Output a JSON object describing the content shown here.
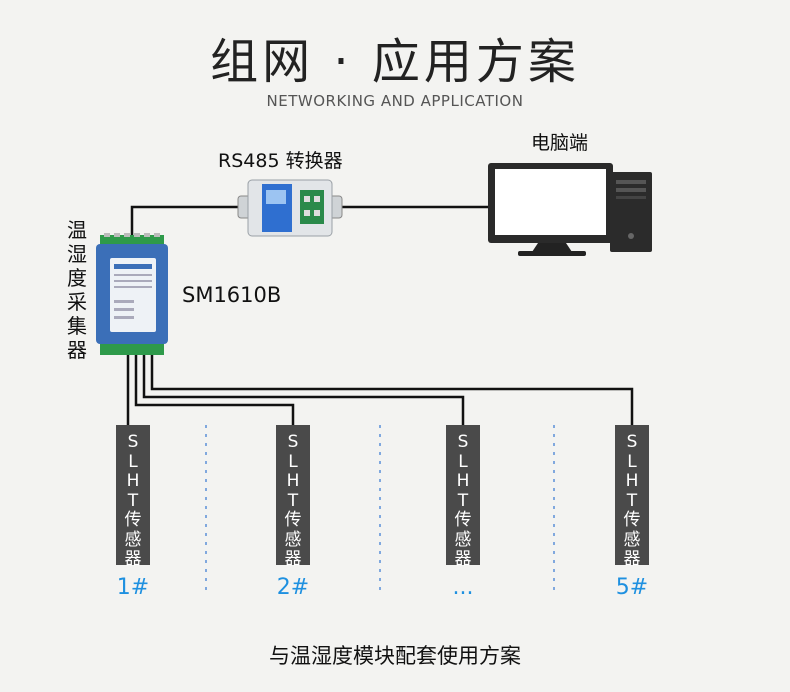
{
  "header": {
    "title": "组网 · 应用方案",
    "subtitle": "NETWORKING AND APPLICATION"
  },
  "devices": {
    "converter_label": "RS485 转换器",
    "computer_label": "电脑端",
    "collector_label": "SM1610B",
    "collector_vertical": [
      "温",
      "湿",
      "度",
      "采",
      "集",
      "器"
    ]
  },
  "sensors": [
    {
      "chars": [
        "S",
        "L",
        "H",
        "T",
        "传",
        "感",
        "器"
      ],
      "number": "1#"
    },
    {
      "chars": [
        "S",
        "L",
        "H",
        "T",
        "传",
        "感",
        "器"
      ],
      "number": "2#"
    },
    {
      "chars": [
        "S",
        "L",
        "H",
        "T",
        "传",
        "感",
        "器"
      ],
      "number": "..."
    },
    {
      "chars": [
        "S",
        "L",
        "H",
        "T",
        "传",
        "感",
        "器"
      ],
      "number": "5#"
    }
  ],
  "footer": "与温湿度模块配套使用方案",
  "colors": {
    "accent": "#1e90e0",
    "sensor_bg": "#4a4a4a",
    "device_blue": "#3b6fb8"
  }
}
